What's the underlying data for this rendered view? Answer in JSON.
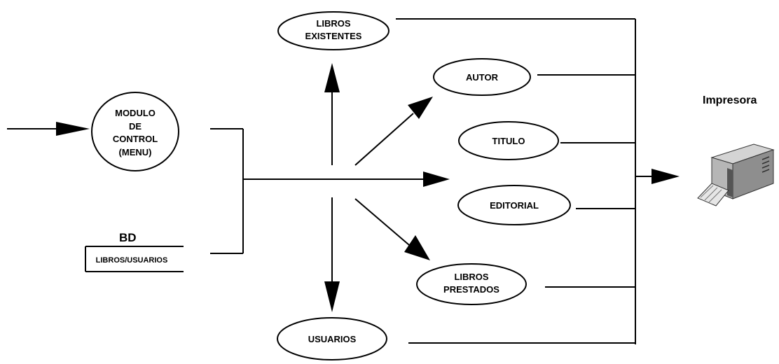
{
  "nodes": {
    "modulo_control": [
      "MODULO",
      "DE",
      "CONTROL",
      "(MENU)"
    ],
    "libros_existentes": [
      "LIBROS",
      "EXISTENTES"
    ],
    "autor": "AUTOR",
    "titulo": "TITULO",
    "editorial": "EDITORIAL",
    "libros_prestados": [
      "LIBROS",
      "PRESTADOS"
    ],
    "usuarios": "USUARIOS"
  },
  "database": {
    "label": "BD",
    "name": "LIBROS/USUARIOS"
  },
  "printer": {
    "label": "Impresora"
  }
}
